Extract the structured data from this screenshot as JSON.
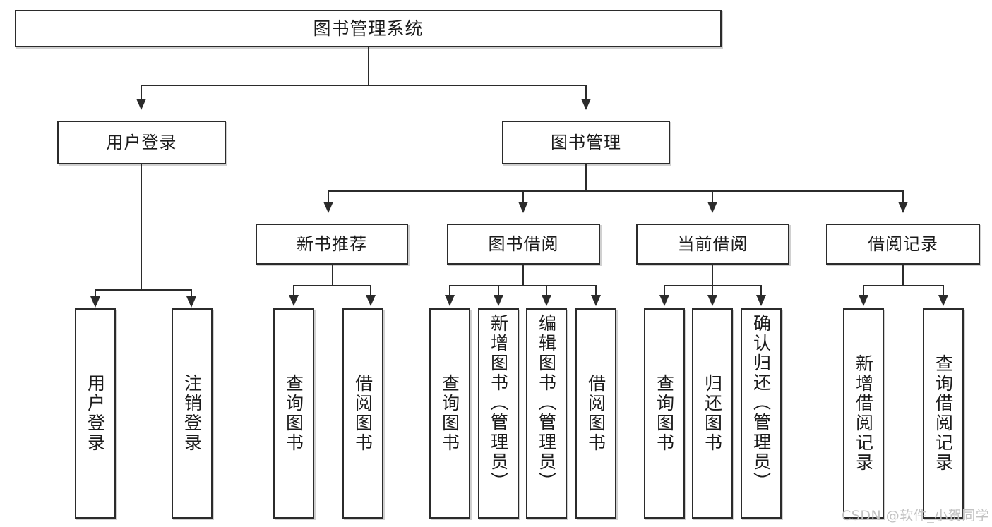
{
  "diagram": {
    "title": "图书管理系统",
    "type": "hierarchy-tree",
    "watermark": "CSDN @软件_小贺同学",
    "colors": {
      "box_border": "#2b2b2b",
      "box_fill": "#ffffff",
      "connector": "#2b2b2b",
      "text": "#1b1b1b",
      "watermark": "#c2c2c2",
      "background": "#ffffff"
    },
    "nodes": {
      "root": {
        "label": "图书管理系统"
      },
      "level2": [
        {
          "label": "用户登录"
        },
        {
          "label": "图书管理"
        }
      ],
      "level3": [
        {
          "label": "新书推荐"
        },
        {
          "label": "图书借阅"
        },
        {
          "label": "当前借阅"
        },
        {
          "label": "借阅记录"
        }
      ],
      "leaves": {
        "user_login": [
          {
            "label": "用户登录"
          },
          {
            "label": "注销登录"
          }
        ],
        "new_book_recommend": [
          {
            "label": "查询图书"
          },
          {
            "label": "借阅图书"
          }
        ],
        "book_borrow": [
          {
            "label": "查询图书"
          },
          {
            "label": "新增图书（管理员）"
          },
          {
            "label": "编辑图书（管理员）"
          },
          {
            "label": "借阅图书"
          }
        ],
        "current_borrow": [
          {
            "label": "查询图书"
          },
          {
            "label": "归还图书"
          },
          {
            "label": "确认归还（管理员）"
          }
        ],
        "borrow_record": [
          {
            "label": "新增借阅记录"
          },
          {
            "label": "查询借阅记录"
          }
        ]
      }
    }
  }
}
